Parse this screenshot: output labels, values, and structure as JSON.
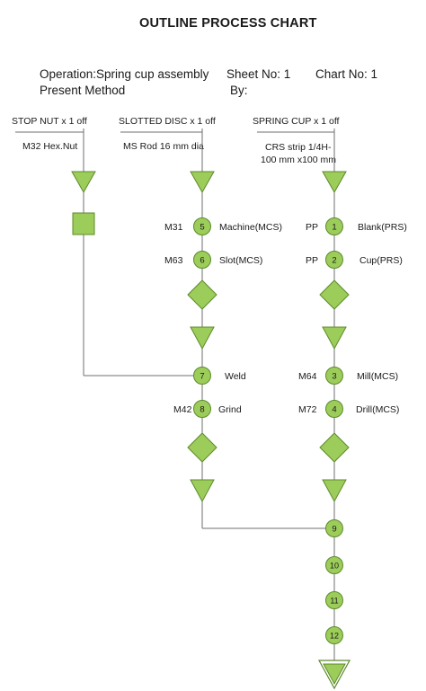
{
  "title": "OUTLINE PROCESS CHART",
  "header": {
    "operation": "Operation:Spring cup assembly",
    "method": "Present Method",
    "sheet": "Sheet No: 1",
    "chart": "Chart No: 1",
    "by": "By:"
  },
  "columns": {
    "stop_nut": {
      "part": "STOP NUT x 1 off",
      "material": "M32 Hex.Nut"
    },
    "slotted_disc": {
      "part": "SLOTTED DISC x 1 off",
      "material": "MS Rod 16 mm dia"
    },
    "spring_cup": {
      "part": "SPRING CUP x 1 off",
      "material_line1": "CRS strip 1/4H-",
      "material_line2": "100 mm x100 mm"
    }
  },
  "operations": {
    "op5": {
      "number": "5",
      "code": "M31",
      "desc": "Machine(MCS)"
    },
    "op6": {
      "number": "6",
      "code": "M63",
      "desc": "Slot(MCS)"
    },
    "op1": {
      "number": "1",
      "code": "PP",
      "desc": "Blank(PRS)"
    },
    "op2": {
      "number": "2",
      "code": "PP",
      "desc": "Cup(PRS)"
    },
    "op7": {
      "number": "7",
      "desc": "Weld"
    },
    "op8": {
      "number": "8",
      "code": "M42",
      "desc": "Grind"
    },
    "op3": {
      "number": "3",
      "code": "M64",
      "desc": "Mill(MCS)"
    },
    "op4": {
      "number": "4",
      "code": "M72",
      "desc": "Drill(MCS)"
    },
    "op9": {
      "number": "9"
    },
    "op10": {
      "number": "10"
    },
    "op11": {
      "number": "11"
    },
    "op12": {
      "number": "12"
    }
  },
  "colors": {
    "fill": "#9ccc5a",
    "stroke": "#5c8a2a",
    "line": "#6f6f6f",
    "text": "#1a1a1a"
  }
}
